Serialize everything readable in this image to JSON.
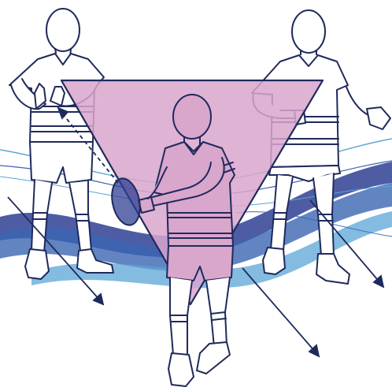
{
  "illustration": {
    "subject": "rugby-passing-drill",
    "players": [
      {
        "role": "left-receiver",
        "pose": "hands-up-calling-for-pass"
      },
      {
        "role": "ball-carrier",
        "pose": "holding-ball-at-hip"
      },
      {
        "role": "right-receiver",
        "pose": "arm-extended-calling"
      }
    ],
    "colors": {
      "outline": "#1f2a5c",
      "triangle_fill": "#d9a6cc",
      "triangle_stroke": "#1f2a5c",
      "wave_dark": "#2f3f93",
      "wave_mid": "#3b67b3",
      "wave_light": "#5aa6d6",
      "skin_fill": "#ffffff"
    },
    "icons": [
      "arrow-icon",
      "pass-line-icon",
      "rugby-ball-icon"
    ]
  }
}
